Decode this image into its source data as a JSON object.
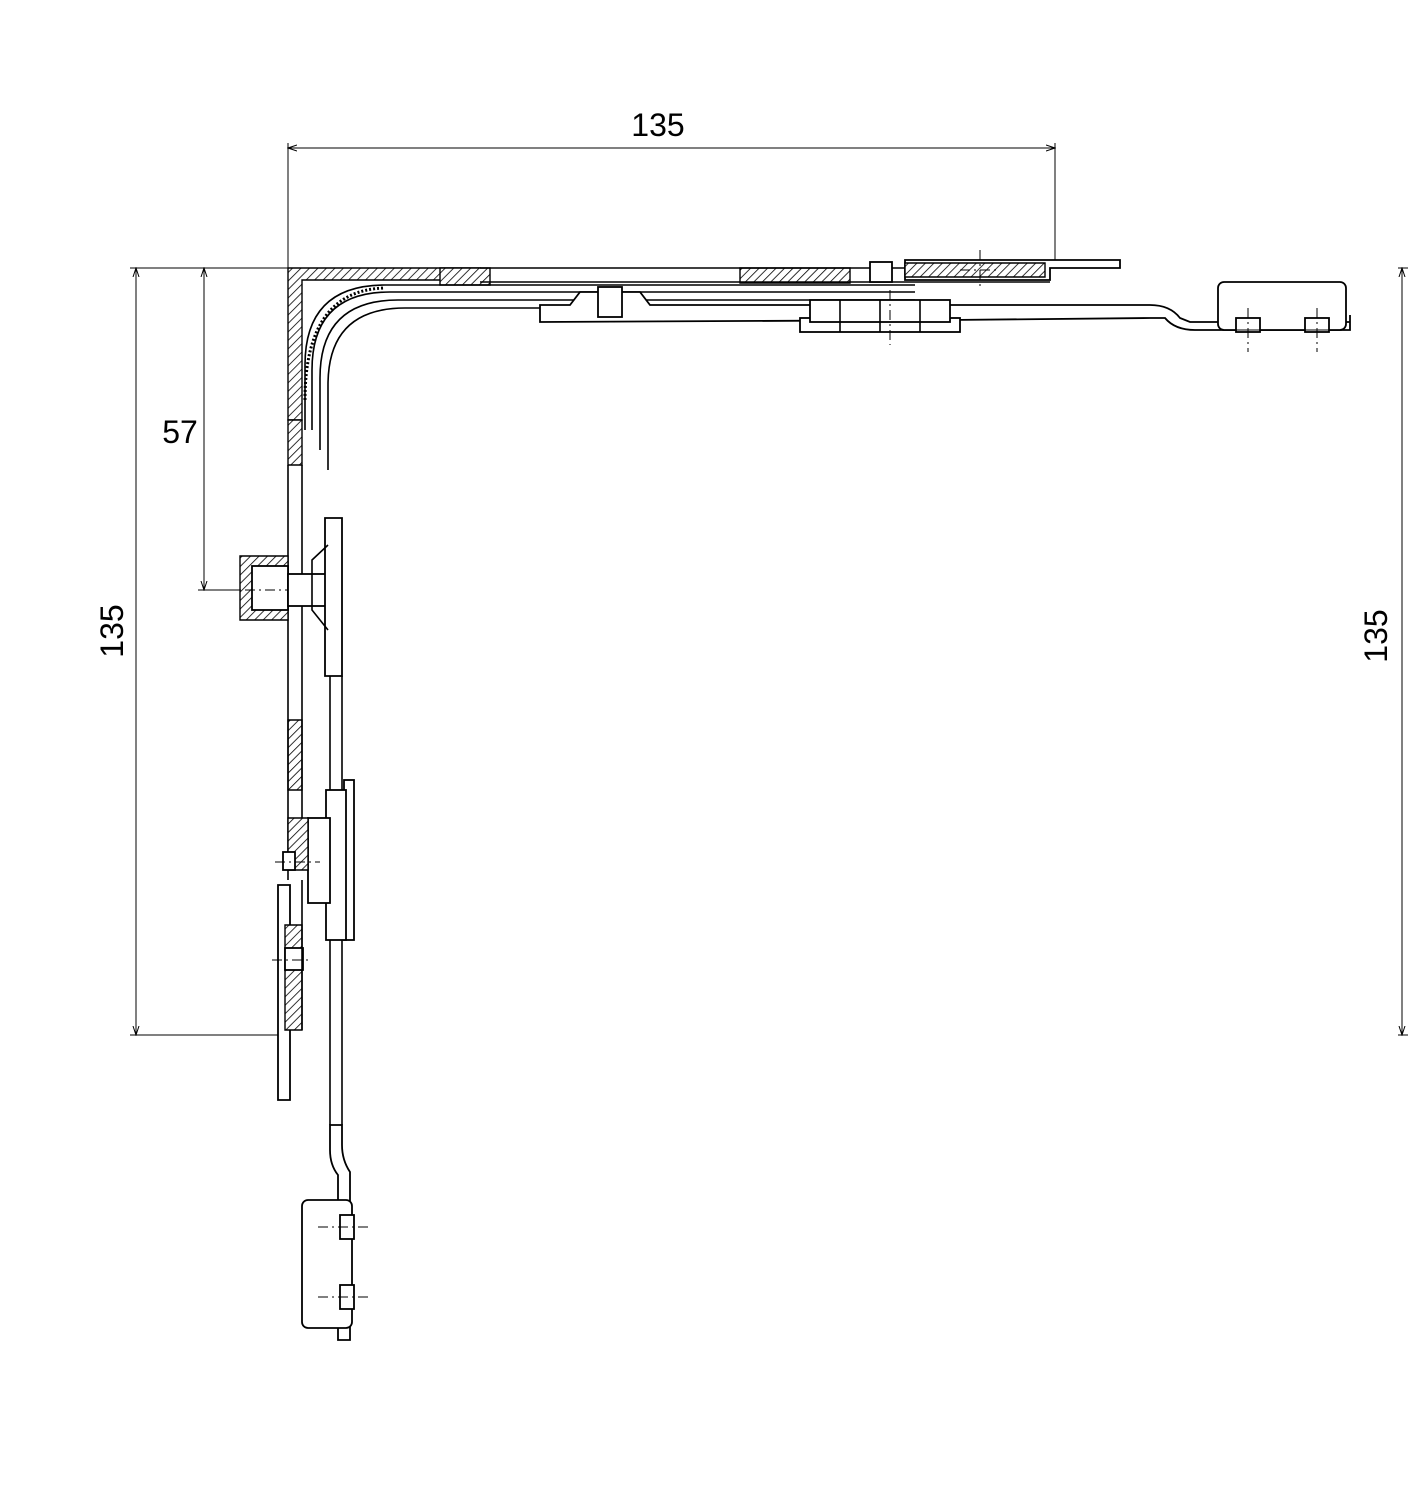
{
  "dimensions": {
    "top_width": "135",
    "left_offset": "57",
    "left_height": "135",
    "right_height": "135"
  },
  "colors": {
    "line": "#000000",
    "background": "#ffffff"
  }
}
